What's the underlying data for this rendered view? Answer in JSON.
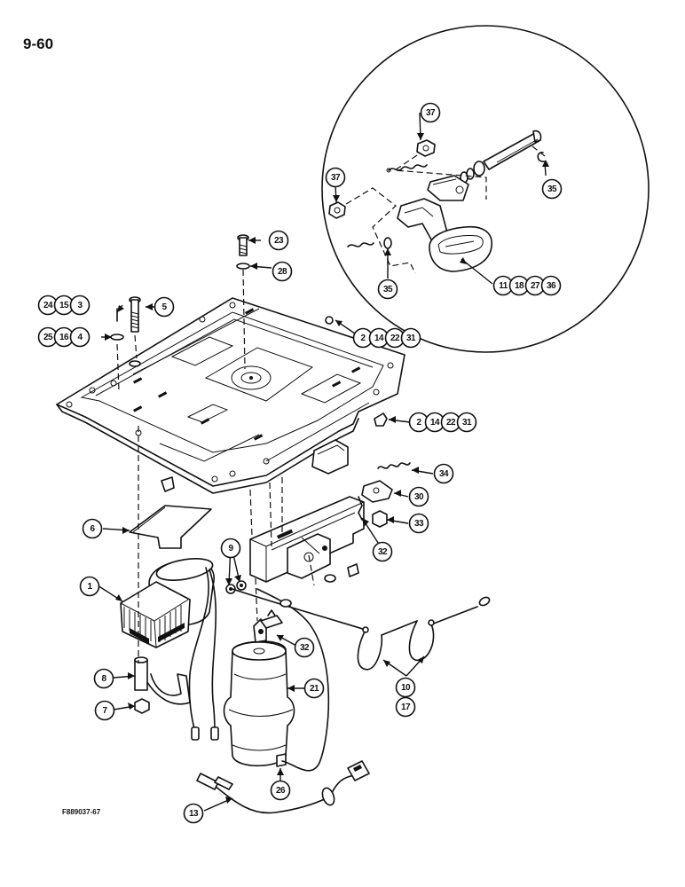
{
  "page_number": "9-60",
  "figure_id": "F889037-67",
  "callouts": [
    {
      "id": "c-37a",
      "labels": [
        "37"
      ]
    },
    {
      "id": "c-37b",
      "labels": [
        "37"
      ]
    },
    {
      "id": "c-35a",
      "labels": [
        "35"
      ]
    },
    {
      "id": "c-35b",
      "labels": [
        "35"
      ]
    },
    {
      "id": "c-11",
      "labels": [
        "11",
        "18",
        "27",
        "36"
      ]
    },
    {
      "id": "c-23",
      "labels": [
        "23"
      ]
    },
    {
      "id": "c-28",
      "labels": [
        "28"
      ]
    },
    {
      "id": "c-24",
      "labels": [
        "24",
        "15",
        "3"
      ]
    },
    {
      "id": "c-5",
      "labels": [
        "5"
      ]
    },
    {
      "id": "c-25",
      "labels": [
        "25",
        "16",
        "4"
      ]
    },
    {
      "id": "c-2a",
      "labels": [
        "2",
        "14",
        "22",
        "31"
      ]
    },
    {
      "id": "c-2b",
      "labels": [
        "2",
        "14",
        "22",
        "31"
      ]
    },
    {
      "id": "c-34",
      "labels": [
        "34"
      ]
    },
    {
      "id": "c-30",
      "labels": [
        "30"
      ]
    },
    {
      "id": "c-33",
      "labels": [
        "33"
      ]
    },
    {
      "id": "c-32a",
      "labels": [
        "32"
      ]
    },
    {
      "id": "c-32b",
      "labels": [
        "32"
      ]
    },
    {
      "id": "c-6",
      "labels": [
        "6"
      ]
    },
    {
      "id": "c-9",
      "labels": [
        "9"
      ]
    },
    {
      "id": "c-1",
      "labels": [
        "1"
      ]
    },
    {
      "id": "c-21",
      "labels": [
        "21"
      ]
    },
    {
      "id": "c-10",
      "labels": [
        "10",
        "17"
      ]
    },
    {
      "id": "c-8",
      "labels": [
        "8"
      ]
    },
    {
      "id": "c-7",
      "labels": [
        "7"
      ]
    },
    {
      "id": "c-26",
      "labels": [
        "26"
      ]
    },
    {
      "id": "c-13",
      "labels": [
        "13"
      ]
    }
  ]
}
